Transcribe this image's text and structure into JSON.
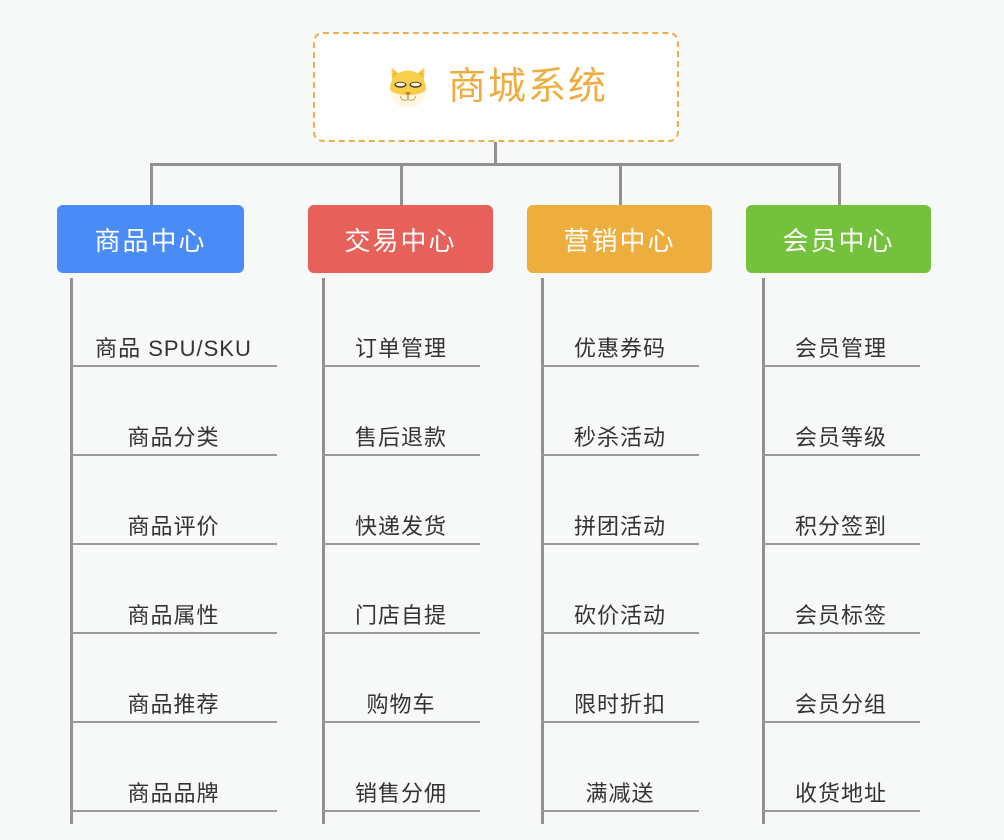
{
  "root": {
    "title": "商城系统",
    "icon": "shiba-dog-icon",
    "border_color": "#f0ad4e",
    "text_color": "#f0ad3f"
  },
  "connector_color": "#919191",
  "columns": [
    {
      "id": "product-center",
      "title": "商品中心",
      "color": "#4a8cf7",
      "items": [
        "商品 SPU/SKU",
        "商品分类",
        "商品评价",
        "商品属性",
        "商品推荐",
        "商品品牌"
      ]
    },
    {
      "id": "trade-center",
      "title": "交易中心",
      "color": "#e8605a",
      "items": [
        "订单管理",
        "售后退款",
        "快递发货",
        "门店自提",
        "购物车",
        "销售分佣"
      ]
    },
    {
      "id": "marketing-center",
      "title": "营销中心",
      "color": "#edae3e",
      "items": [
        "优惠券码",
        "秒杀活动",
        "拼团活动",
        "砍价活动",
        "限时折扣",
        "满减送"
      ]
    },
    {
      "id": "member-center",
      "title": "会员中心",
      "color": "#74c13c",
      "items": [
        "会员管理",
        "会员等级",
        "积分签到",
        "会员标签",
        "会员分组",
        "收货地址"
      ]
    }
  ]
}
